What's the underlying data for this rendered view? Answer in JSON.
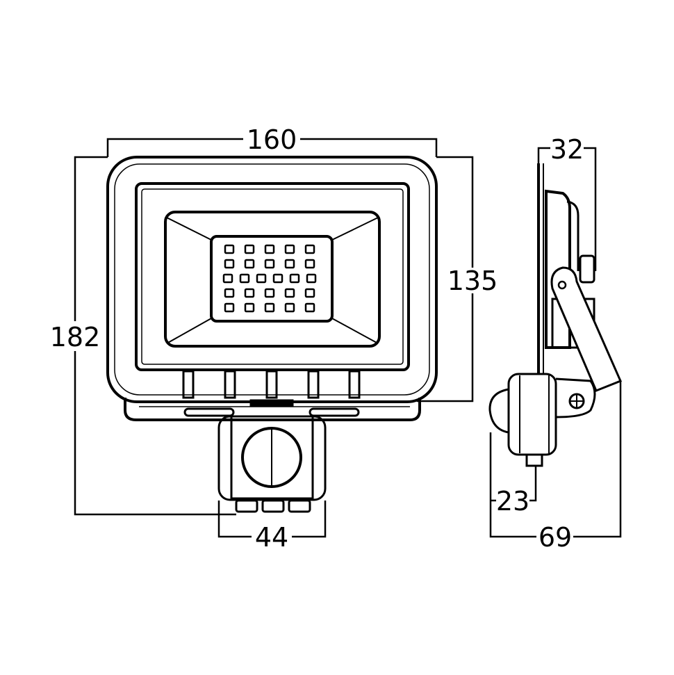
{
  "title": "Floodlight with motion sensor - dimensions",
  "colors": {
    "line": "#000000",
    "background": "#ffffff"
  },
  "dimensions": {
    "front_width": "160",
    "front_height_body": "135",
    "front_height_total": "182",
    "sensor_width": "44",
    "side_depth_body": "32",
    "side_sensor_depth": "23",
    "side_depth_total": "69"
  },
  "led_grid": {
    "rows": 5,
    "columns": 5
  }
}
